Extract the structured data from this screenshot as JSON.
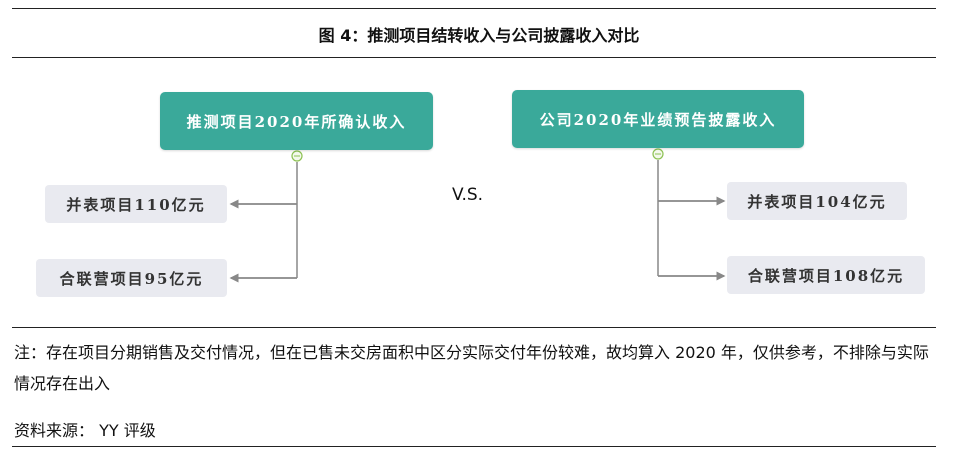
{
  "title": "图 4：推测项目结转收入与公司披露收入对比",
  "left": {
    "root": "推测项目2020年所确认收入",
    "children": [
      "并表项目110亿元",
      "合联营项目95亿元"
    ]
  },
  "vs": "V.S.",
  "right": {
    "root": "公司2020年业绩预告披露收入",
    "children": [
      "并表项目104亿元",
      "合联营项目108亿元"
    ]
  },
  "note": "注：存在项目分期销售及交付情况，但在已售未交房面积中区分实际交付年份较难，故均算入 2020 年，仅供参考，不排除与实际情况存在出入",
  "source": "资料来源： YY 评级",
  "colors": {
    "root": "#3aa99a",
    "child": "#e9eaf0",
    "connector": "#888888",
    "collapse": "#8cc152"
  }
}
